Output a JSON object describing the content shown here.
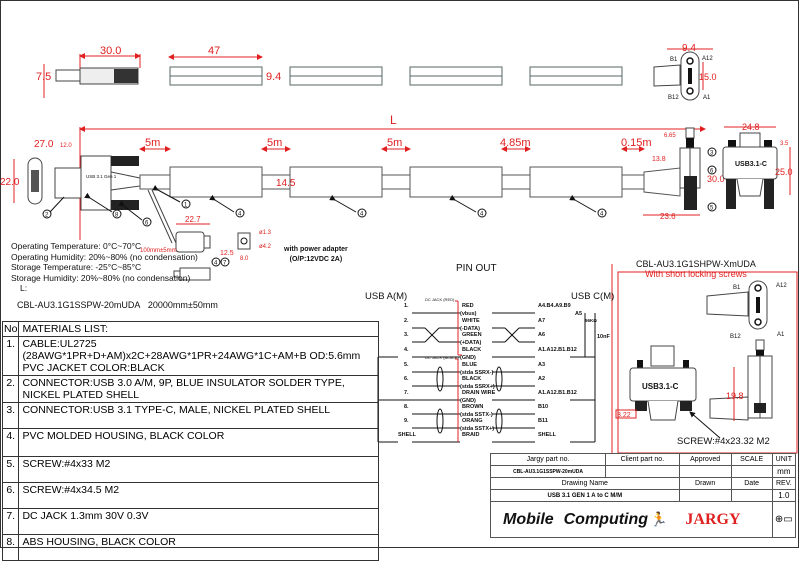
{
  "top_views": {
    "plug_length": "30.0",
    "plug_height": "7.5",
    "molded_length": "47",
    "molded_height": "9.4",
    "typec_width": "9.4",
    "typec_height": "15.0",
    "typec_pins": [
      "B1",
      "A12",
      "B12",
      "A1"
    ]
  },
  "main_view": {
    "total_length_label": "L",
    "a_connector_width": "27.0",
    "a_connector_inner": "12.0",
    "a_connector_height": "22.0",
    "segments": [
      "5m",
      "5m",
      "5m",
      "4.85m",
      "0.15m"
    ],
    "cable_dia": "14.5",
    "c_side": {
      "d1": "6.65",
      "d2": "13.8",
      "d3": "23.6",
      "d4": "30.0",
      "d5": "24.8",
      "d6": "25.0",
      "d7": "3.5",
      "label": "USB3.1-C"
    },
    "callouts": [
      "1",
      "2",
      "3",
      "4",
      "5",
      "6",
      "7",
      "8"
    ]
  },
  "dc_jack": {
    "cable_len": "100mm±5mm",
    "len": "22.7",
    "height": "12.5",
    "pin_dia": "ø1.3",
    "outer_dia": "ø4.2",
    "depth": "8.0",
    "adapter_note": "with power adapter",
    "adapter_spec": "(O/P:12VDC 2A)"
  },
  "specs": {
    "lines": [
      "Operating Temperature: 0°C~70°C",
      "Operating Humidity: 20%~80% (no condensation)",
      "Storage Temperature: -25°C~85°C",
      "Storage  Humidity: 20%~80% (no condensation)"
    ],
    "length_label": "L:",
    "part_number": "CBL-AU3.1G1SSPW-20mUDA",
    "length_value": "20000mm±50mm"
  },
  "materials": {
    "header_no": "No",
    "header_title": "MATERIALS LIST:",
    "items": [
      {
        "no": "1.",
        "text": "CABLE:UL2725 (28AWG*1PR+D+AM)x2C+28AWG*1PR+24AWG*1C+AM+B OD:5.6mm  PVC JACKET COLOR:BLACK"
      },
      {
        "no": "2.",
        "text": "CONNECTOR:USB 3.0 A/M, 9P, BLUE INSULATOR SOLDER TYPE, NICKEL PLATED SHELL"
      },
      {
        "no": "3.",
        "text": "CONNECTOR:USB 3.1 TYPE-C, MALE, NICKEL PLATED SHELL"
      },
      {
        "no": "4.",
        "text": "PVC MOLDED HOUSING, BLACK COLOR"
      },
      {
        "no": "5.",
        "text": "SCREW:#4x33 M2"
      },
      {
        "no": "6.",
        "text": "SCREW:#4x34.5 M2"
      },
      {
        "no": "7.",
        "text": "DC JACK 1.3mm 30V 0.3V"
      },
      {
        "no": "8.",
        "text": "ABS HOUSING, BLACK COLOR"
      }
    ]
  },
  "pinout": {
    "title": "PIN OUT",
    "left_title": "USB A(M)",
    "right_title": "USB C(M)",
    "small_label_1": "DC JACK (RED)",
    "small_label_2": "DC JACK (BLACK)",
    "rows": [
      {
        "a": "1.",
        "wire": "RED",
        "sub": "(vbus)",
        "c": "A4.B4.A9.B9"
      },
      {
        "a": "2.",
        "wire": "WHITE",
        "sub": "(-DATA)",
        "c": "A7"
      },
      {
        "a": "3.",
        "wire": "GREEN",
        "sub": "(+DATA)",
        "c": "A6"
      },
      {
        "a": "4.",
        "wire": "BLACK",
        "sub": "(GND)",
        "c": "A1.A12.B1.B12"
      },
      {
        "a": "5.",
        "wire": "BLUE",
        "sub": "(stda SSRX-)",
        "c": "A3"
      },
      {
        "a": "6.",
        "wire": "BLACK",
        "sub": "(stda SSRX+)",
        "c": "A2"
      },
      {
        "a": "7.",
        "wire": "DRAIN WIRE",
        "sub": "(GND)",
        "c": "A1.A12.B1.B12"
      },
      {
        "a": "8.",
        "wire": "BROWN",
        "sub": "(stda SSTX-)",
        "c": "B10"
      },
      {
        "a": "9.",
        "wire": "ORANG",
        "sub": "(stda SSTX+)",
        "c": "B11"
      },
      {
        "a": "SHELL",
        "wire": "BRAID",
        "sub": "",
        "c": "SHELL"
      }
    ],
    "a5_label": "A5",
    "resistor": "56KΩ",
    "cap": "10nF"
  },
  "variant": {
    "part": "CBL-AU3.1G1SHPW-XmUDA",
    "note": "With short locking screws",
    "pins": [
      "B1",
      "A12",
      "B12",
      "A1"
    ],
    "label": "USB3.1-C",
    "dim_a": "3.22",
    "dim_b": "19.8",
    "screw": "SCREW:#4x23.32 M2"
  },
  "title_block": {
    "h_jargy": "Jargy part no.",
    "h_client": "Client part no.",
    "h_approved": "Approved",
    "h_scale": "SCALE",
    "h_unit": "UNIT",
    "jargy_part": "CBL-AU3.1G1SSPW-20mUDA",
    "client_part": "",
    "approved": "",
    "scale": "",
    "unit": "mm",
    "h_drawing": "Drawing Name",
    "h_drawn": "Drawn",
    "h_date": "Date",
    "h_rev": "REV.",
    "drawing_name": "USB 3.1 GEN 1 A to C M/M",
    "drawn": "",
    "date": "",
    "rev": "1.0",
    "logo_mobile": "Mobile",
    "logo_computing": "Computing",
    "logo_jargy": "JARGY"
  },
  "colors": {
    "dimension": "#e02020",
    "line": "#111111"
  }
}
